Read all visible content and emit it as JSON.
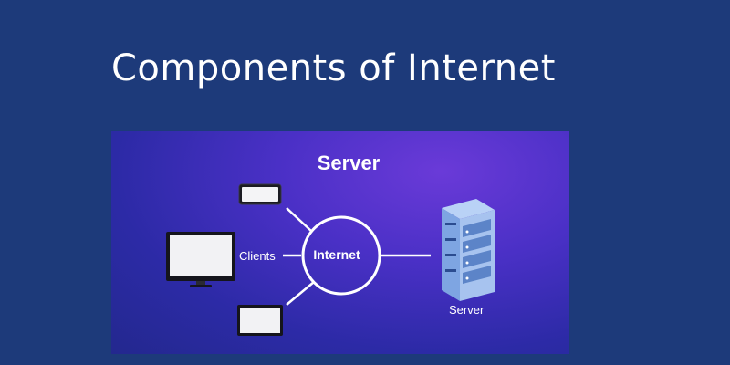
{
  "page": {
    "title": "Components of Internet"
  },
  "diagram": {
    "heading": "Server",
    "clients_label": "Clients",
    "hub_label": "Internet",
    "server_label": "Server"
  },
  "colors": {
    "page_background": "#1d3a7a",
    "panel_gradient_light": "#6a3ad8",
    "panel_gradient_dark": "#23288e",
    "line": "#ffffff",
    "server_body": "#9fc0ee"
  },
  "icons": [
    "smartphone-icon",
    "desktop-monitor-icon",
    "laptop-icon",
    "server-rack-icon"
  ]
}
